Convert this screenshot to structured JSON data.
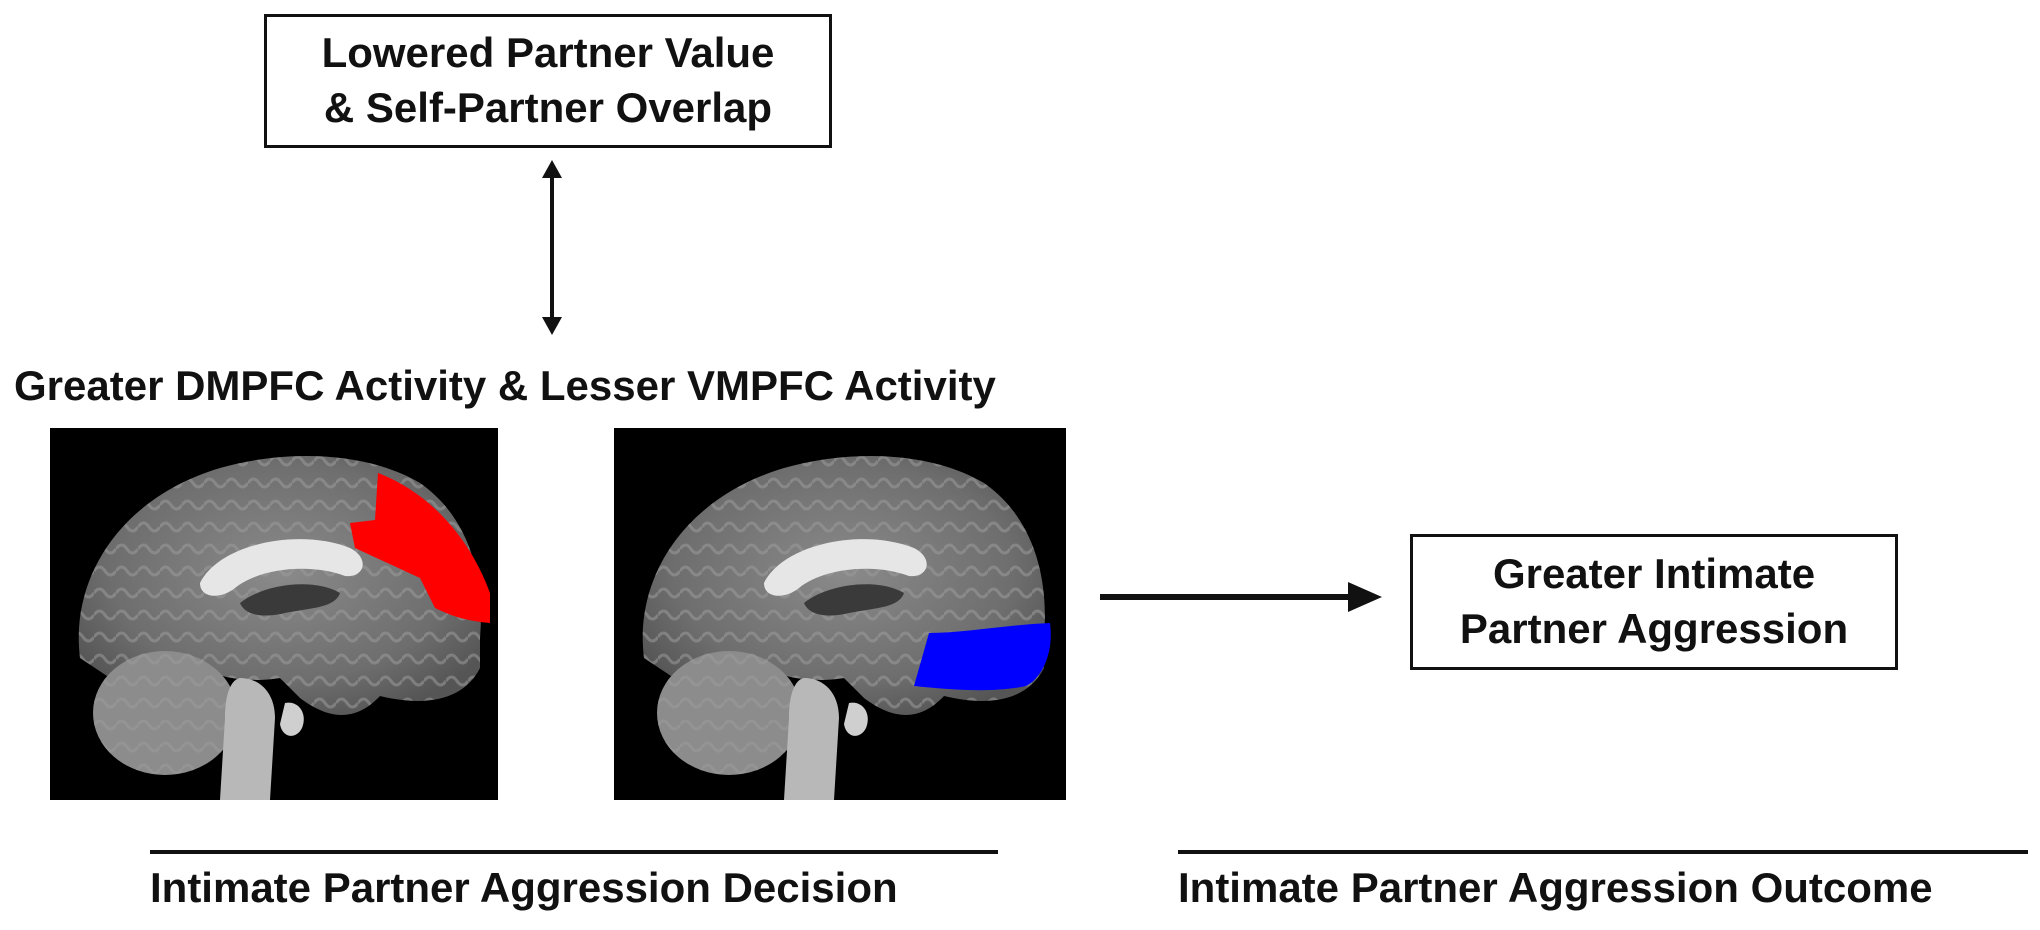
{
  "top_box": {
    "line1": "Lowered Partner Value",
    "line2": "& Self-Partner Overlap"
  },
  "activity_title": "Greater DMPFC Activity & Lesser VMPFC Activity",
  "brain_images": [
    {
      "icon": "sagittal-brain-mri",
      "highlight_region": "DMPFC",
      "highlight_color": "#ff0000"
    },
    {
      "icon": "sagittal-brain-mri",
      "highlight_region": "VMPFC",
      "highlight_color": "#0000ff"
    }
  ],
  "outcome_box": {
    "line1": "Greater Intimate",
    "line2": "Partner Aggression"
  },
  "bottom_labels": {
    "decision": "Intimate Partner Aggression Decision",
    "outcome": "Intimate Partner Aggression Outcome"
  },
  "connectors": {
    "bidirectional": "double-headed-arrow",
    "forward": "right-arrow"
  },
  "colors": {
    "dmpfc_highlight": "#ff0000",
    "vmpfc_highlight": "#0000ff",
    "panel_background": "#000000",
    "lines": "#111111"
  }
}
